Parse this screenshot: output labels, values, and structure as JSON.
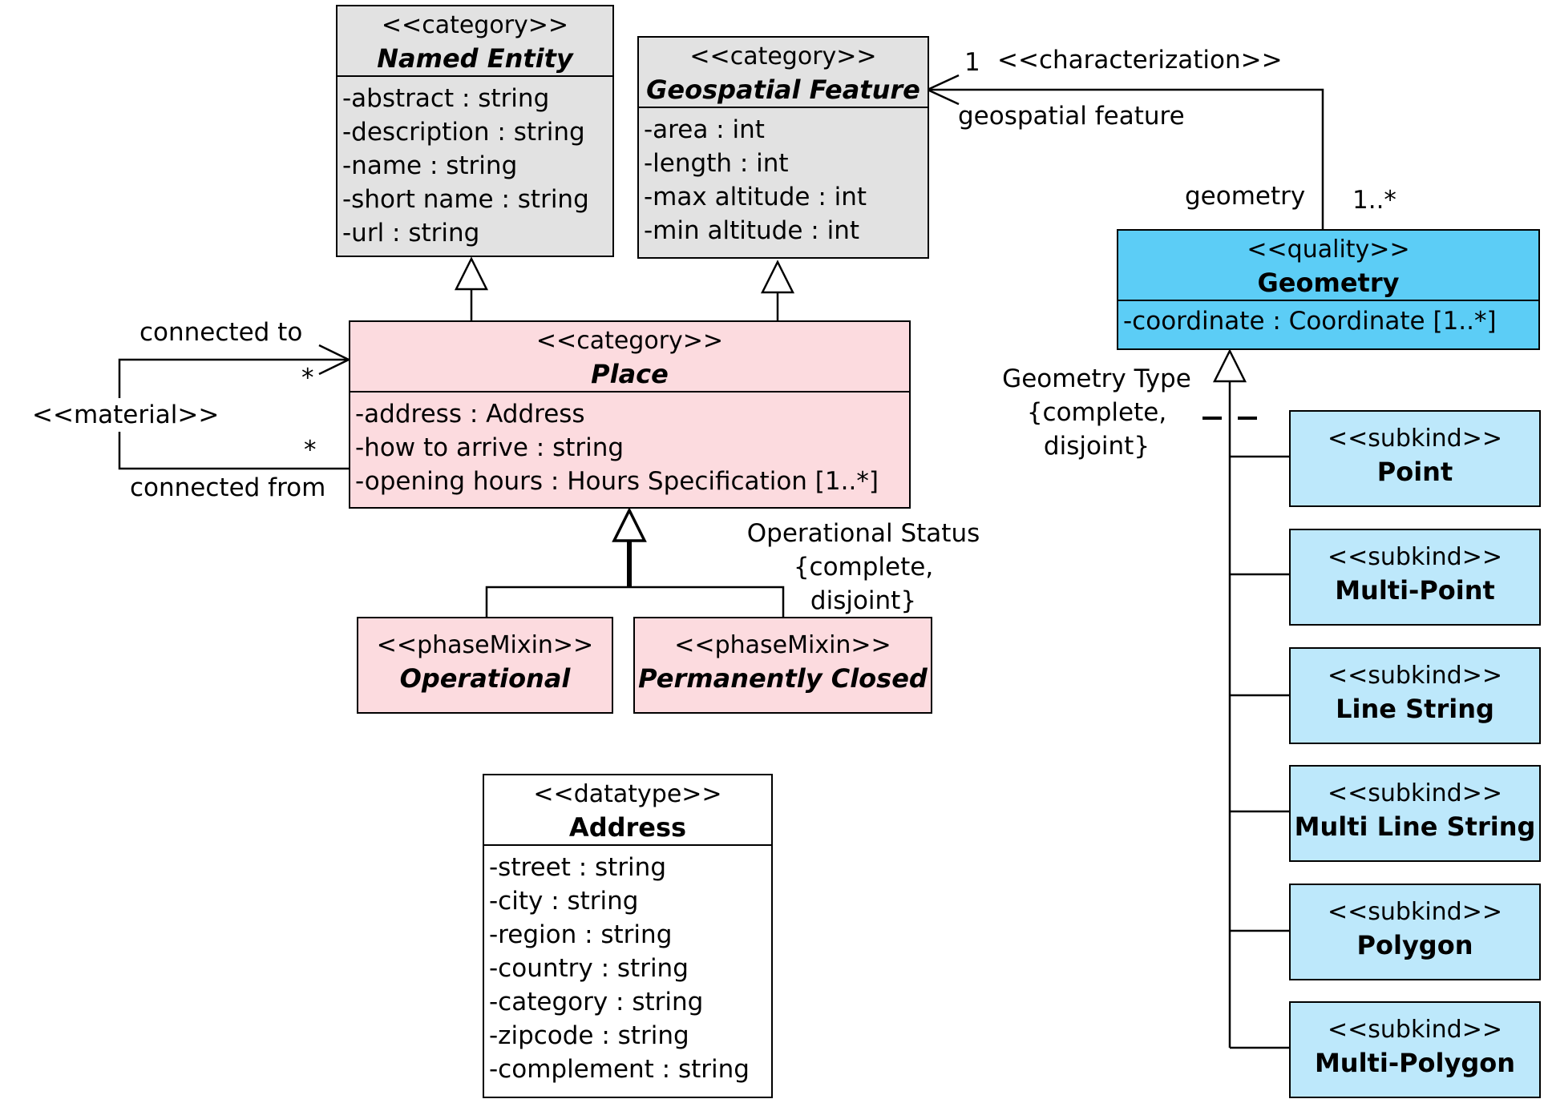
{
  "classes": {
    "named_entity": {
      "stereotype": "<<category>>",
      "name": "Named Entity",
      "attributes": [
        "-abstract : string",
        "-description : string",
        "-name : string",
        "-short name : string",
        "-url : string"
      ]
    },
    "geospatial_feature": {
      "stereotype": "<<category>>",
      "name": "Geospatial Feature",
      "attributes": [
        "-area : int",
        "-length : int",
        "-max altitude : int",
        "-min altitude : int"
      ]
    },
    "place": {
      "stereotype": "<<category>>",
      "name": "Place",
      "attributes": [
        "-address : Address",
        "-how to arrive : string",
        "-opening hours : Hours Specification [1..*]"
      ]
    },
    "operational": {
      "stereotype": "<<phaseMixin>>",
      "name": "Operational"
    },
    "permanently_closed": {
      "stereotype": "<<phaseMixin>>",
      "name": "Permanently Closed"
    },
    "address": {
      "stereotype": "<<datatype>>",
      "name": "Address",
      "attributes": [
        "-street : string",
        "-city : string",
        "-region : string",
        "-country : string",
        "-category : string",
        "-zipcode : string",
        "-complement : string"
      ]
    },
    "geometry": {
      "stereotype": "<<quality>>",
      "name": "Geometry",
      "attributes": [
        "-coordinate : Coordinate [1..*]"
      ]
    },
    "subkinds": [
      {
        "stereotype": "<<subkind>>",
        "name": "Point"
      },
      {
        "stereotype": "<<subkind>>",
        "name": "Multi-Point"
      },
      {
        "stereotype": "<<subkind>>",
        "name": "Line String"
      },
      {
        "stereotype": "<<subkind>>",
        "name": "Multi Line String"
      },
      {
        "stereotype": "<<subkind>>",
        "name": "Polygon"
      },
      {
        "stereotype": "<<subkind>>",
        "name": "Multi-Polygon"
      }
    ]
  },
  "relations": {
    "material": {
      "stereotype": "<<material>>",
      "role_to": "connected to",
      "role_from": "connected from",
      "mult_to": "*",
      "mult_from": "*"
    },
    "characterization": {
      "stereotype": "<<characterization>>",
      "mult_feature": "1",
      "role_feature": "geospatial feature",
      "role_geometry": "geometry",
      "mult_geometry": "1..*"
    },
    "operational_status": {
      "title": "Operational Status",
      "constraint_line1": "{complete,",
      "constraint_line2": "disjoint}"
    },
    "geometry_type": {
      "title": "Geometry Type",
      "constraint_line1": "{complete,",
      "constraint_line2": "disjoint}"
    }
  },
  "colors": {
    "category_gray": "#e2e2e2",
    "place_pink": "#fcdbdf",
    "quality_blue": "#5ccdf6",
    "subkind_light_blue": "#bde8fb"
  }
}
